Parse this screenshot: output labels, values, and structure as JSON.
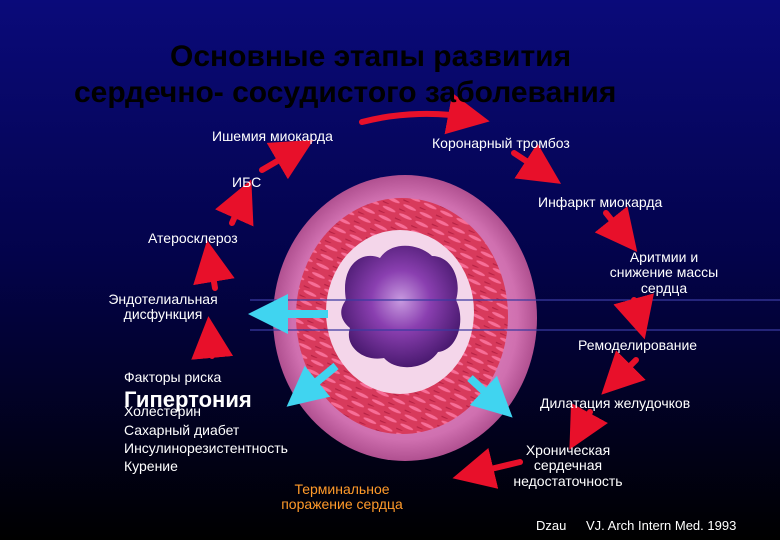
{
  "title": {
    "line1": "Основные этапы развития",
    "line2": "сердечно-   сосудистого заболевания"
  },
  "stages": {
    "ischemia": "Ишемия миокарда",
    "coronary_thrombosis": "Коронарный тромбоз",
    "ibs": "ИБС",
    "myocardial_infarction": "Инфаркт миокарда",
    "atherosclerosis": "Атеросклероз",
    "arrhythmia": [
      "Аритмии и",
      "снижение массы",
      "сердца"
    ],
    "endothelial": [
      "Эндотелиальная",
      "дисфункция"
    ],
    "remodeling": "Ремоделирование",
    "dilatation": "Дилатация желудочков",
    "chronic_hf": [
      "Хроническая",
      "сердечная",
      "недостаточность"
    ],
    "terminal": [
      "Терминальное",
      "поражение сердца"
    ]
  },
  "risk_factors": {
    "heading": "Факторы риска",
    "hypertension": "Гипертония",
    "items": [
      "Холестерин",
      "Сахарный диабет",
      "Инсулинорезистентность",
      "Курение"
    ]
  },
  "citation": {
    "author": "Dzau",
    "journal": "VJ. Arch Intern Med. 1993"
  },
  "colors": {
    "background_top": "#0a0a7a",
    "title": "#000000",
    "text": "#ffffff",
    "terminal_text": "#ff9a2a",
    "arrow_red": "#e8102a",
    "arrow_cyan": "#40d4f0",
    "vessel_outer": "#cc5aa0",
    "vessel_wall": "#d8405e",
    "lumen": "#8a3fb0"
  }
}
